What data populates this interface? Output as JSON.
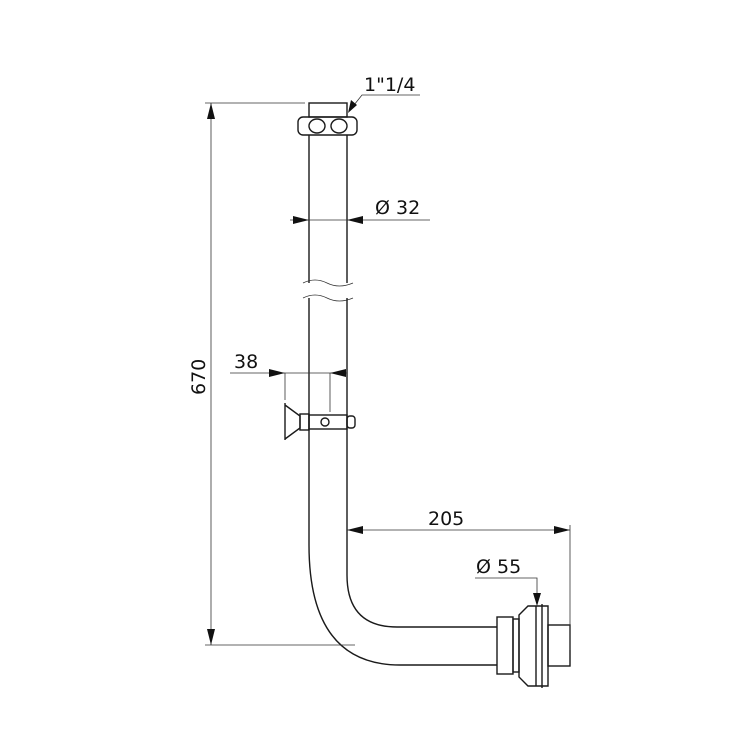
{
  "drawing": {
    "dimensions": {
      "height": "670",
      "thread": "1\"1/4",
      "pipe_diameter": "Ø 32",
      "valve_offset": "38",
      "horizontal_length": "205",
      "outlet_diameter": "Ø 55"
    }
  }
}
